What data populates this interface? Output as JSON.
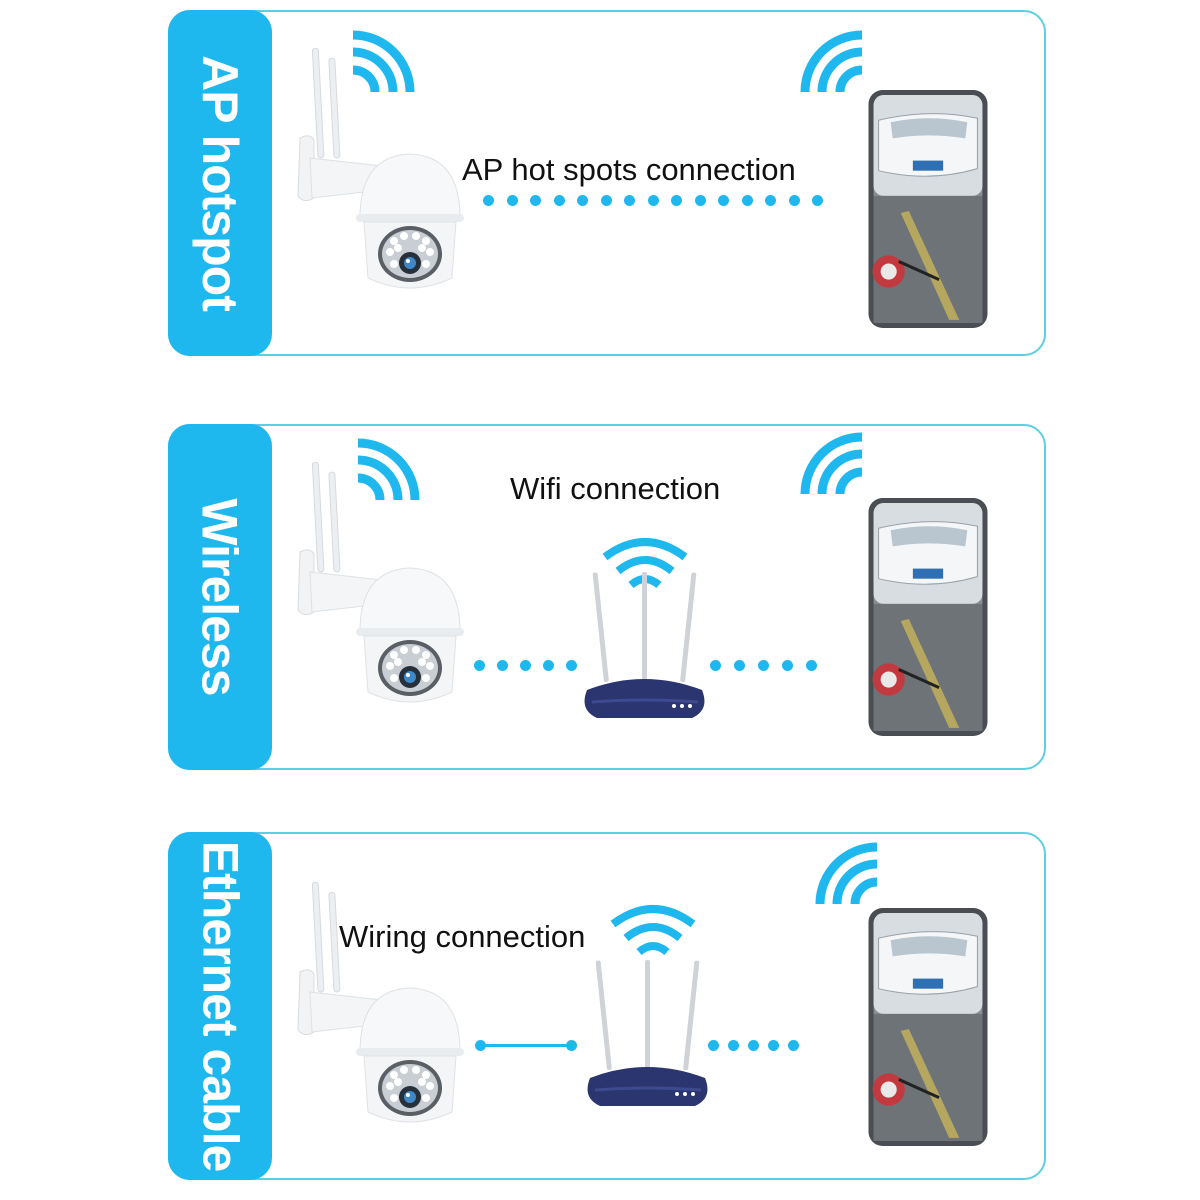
{
  "colors": {
    "accent": "#1EB8EE",
    "border": "#5CCFE0",
    "router": "#2B3570",
    "text": "#111111"
  },
  "panels": [
    {
      "tag": "AP hotspot",
      "connection_label": "AP hot spots connection",
      "mode": "direct",
      "icons": [
        "camera-icon",
        "wifi-signal-icon",
        "phone-icon"
      ]
    },
    {
      "tag": "Wireless",
      "connection_label": "Wifi connection",
      "mode": "router-wireless",
      "icons": [
        "camera-icon",
        "wifi-signal-icon",
        "router-icon",
        "phone-icon"
      ]
    },
    {
      "tag": "Ethernet cable",
      "connection_label": "Wiring connection",
      "mode": "router-wired",
      "icons": [
        "camera-icon",
        "router-icon",
        "wifi-signal-icon",
        "phone-icon"
      ]
    }
  ]
}
